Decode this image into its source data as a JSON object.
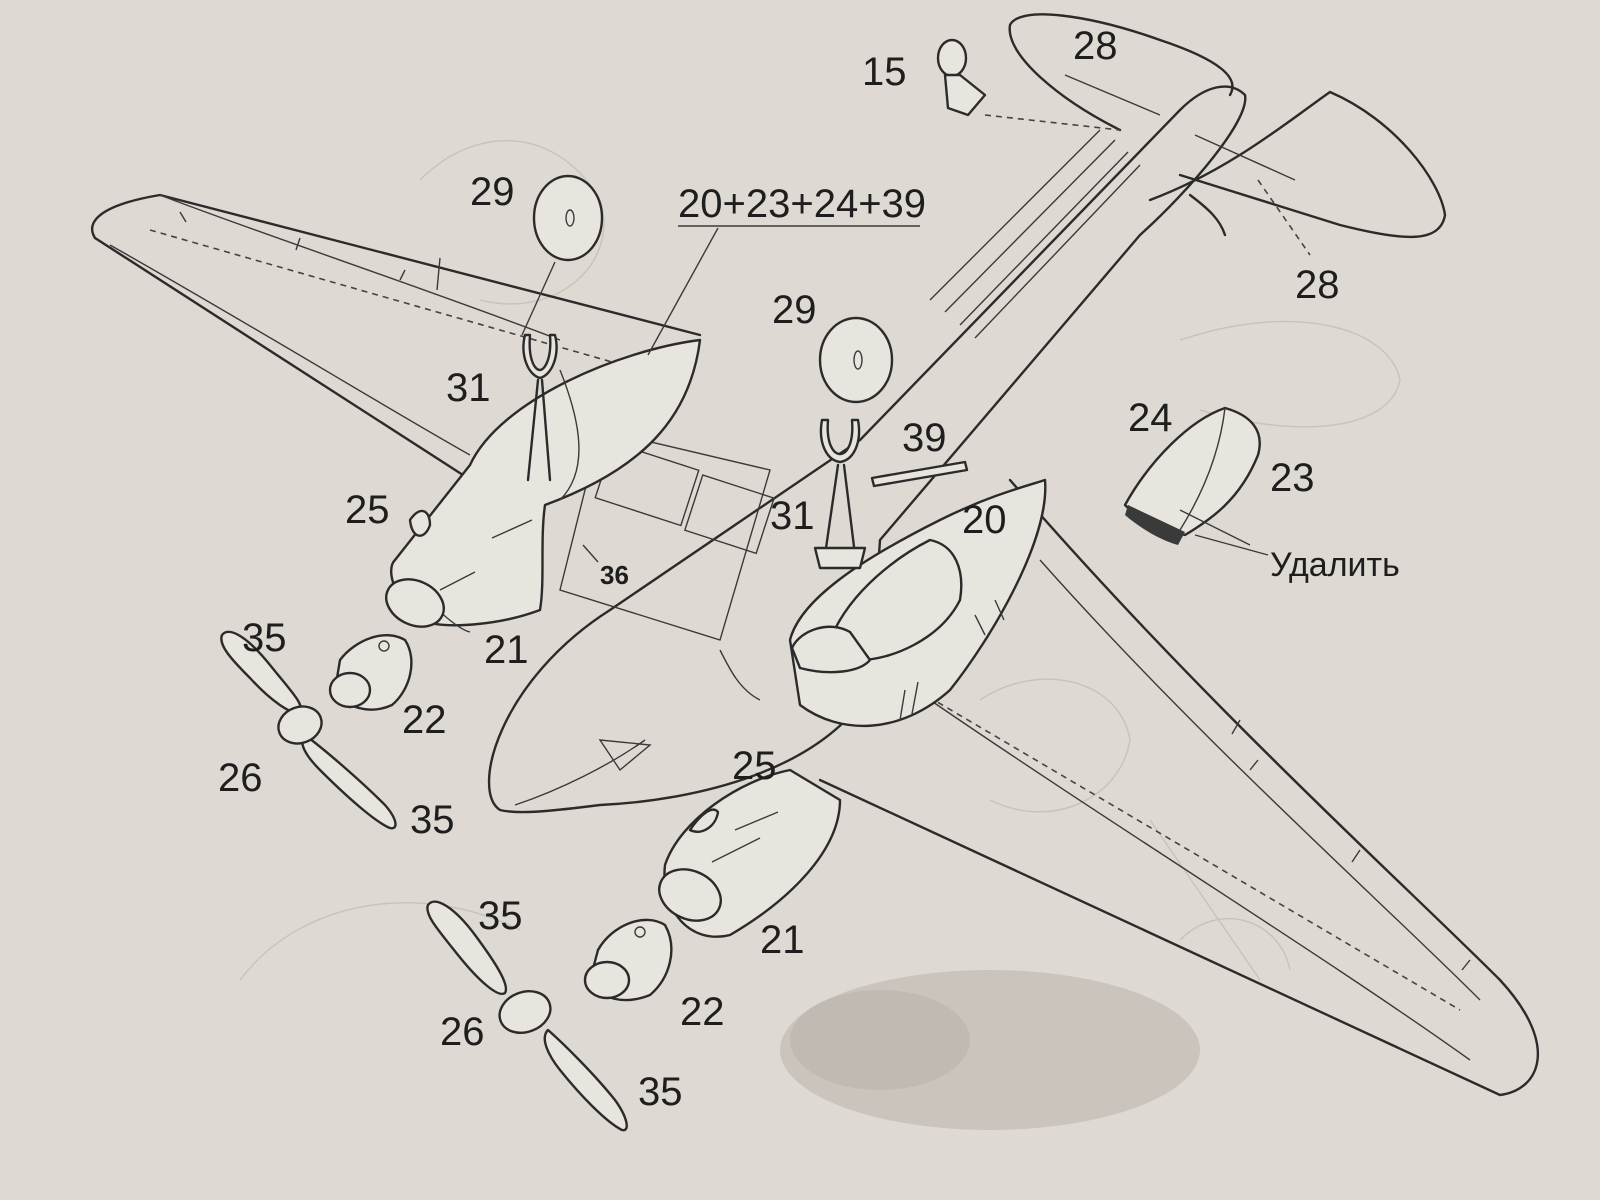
{
  "callouts": [
    {
      "id": "label-15",
      "text": "15"
    },
    {
      "id": "label-28-top",
      "text": "28"
    },
    {
      "id": "label-28-right",
      "text": "28"
    },
    {
      "id": "label-29-left",
      "text": "29"
    },
    {
      "id": "label-29-center",
      "text": "29"
    },
    {
      "id": "label-assembly",
      "text": "20+23+24+39"
    },
    {
      "id": "label-31-left",
      "text": "31"
    },
    {
      "id": "label-31-center",
      "text": "31"
    },
    {
      "id": "label-39",
      "text": "39"
    },
    {
      "id": "label-24",
      "text": "24"
    },
    {
      "id": "label-23",
      "text": "23"
    },
    {
      "id": "label-20",
      "text": "20"
    },
    {
      "id": "label-delete",
      "text": "Удалить"
    },
    {
      "id": "label-25-upper",
      "text": "25"
    },
    {
      "id": "label-25-lower",
      "text": "25"
    },
    {
      "id": "label-36",
      "text": "36"
    },
    {
      "id": "label-21-upper",
      "text": "21"
    },
    {
      "id": "label-21-lower",
      "text": "21"
    },
    {
      "id": "label-22-upper",
      "text": "22"
    },
    {
      "id": "label-22-lower",
      "text": "22"
    },
    {
      "id": "label-35-a",
      "text": "35"
    },
    {
      "id": "label-35-b",
      "text": "35"
    },
    {
      "id": "label-35-c",
      "text": "35"
    },
    {
      "id": "label-35-d",
      "text": "35"
    },
    {
      "id": "label-26-upper",
      "text": "26"
    },
    {
      "id": "label-26-lower",
      "text": "26"
    }
  ],
  "colors": {
    "paper": "#dedad3",
    "ink": "#2b2b2b"
  }
}
